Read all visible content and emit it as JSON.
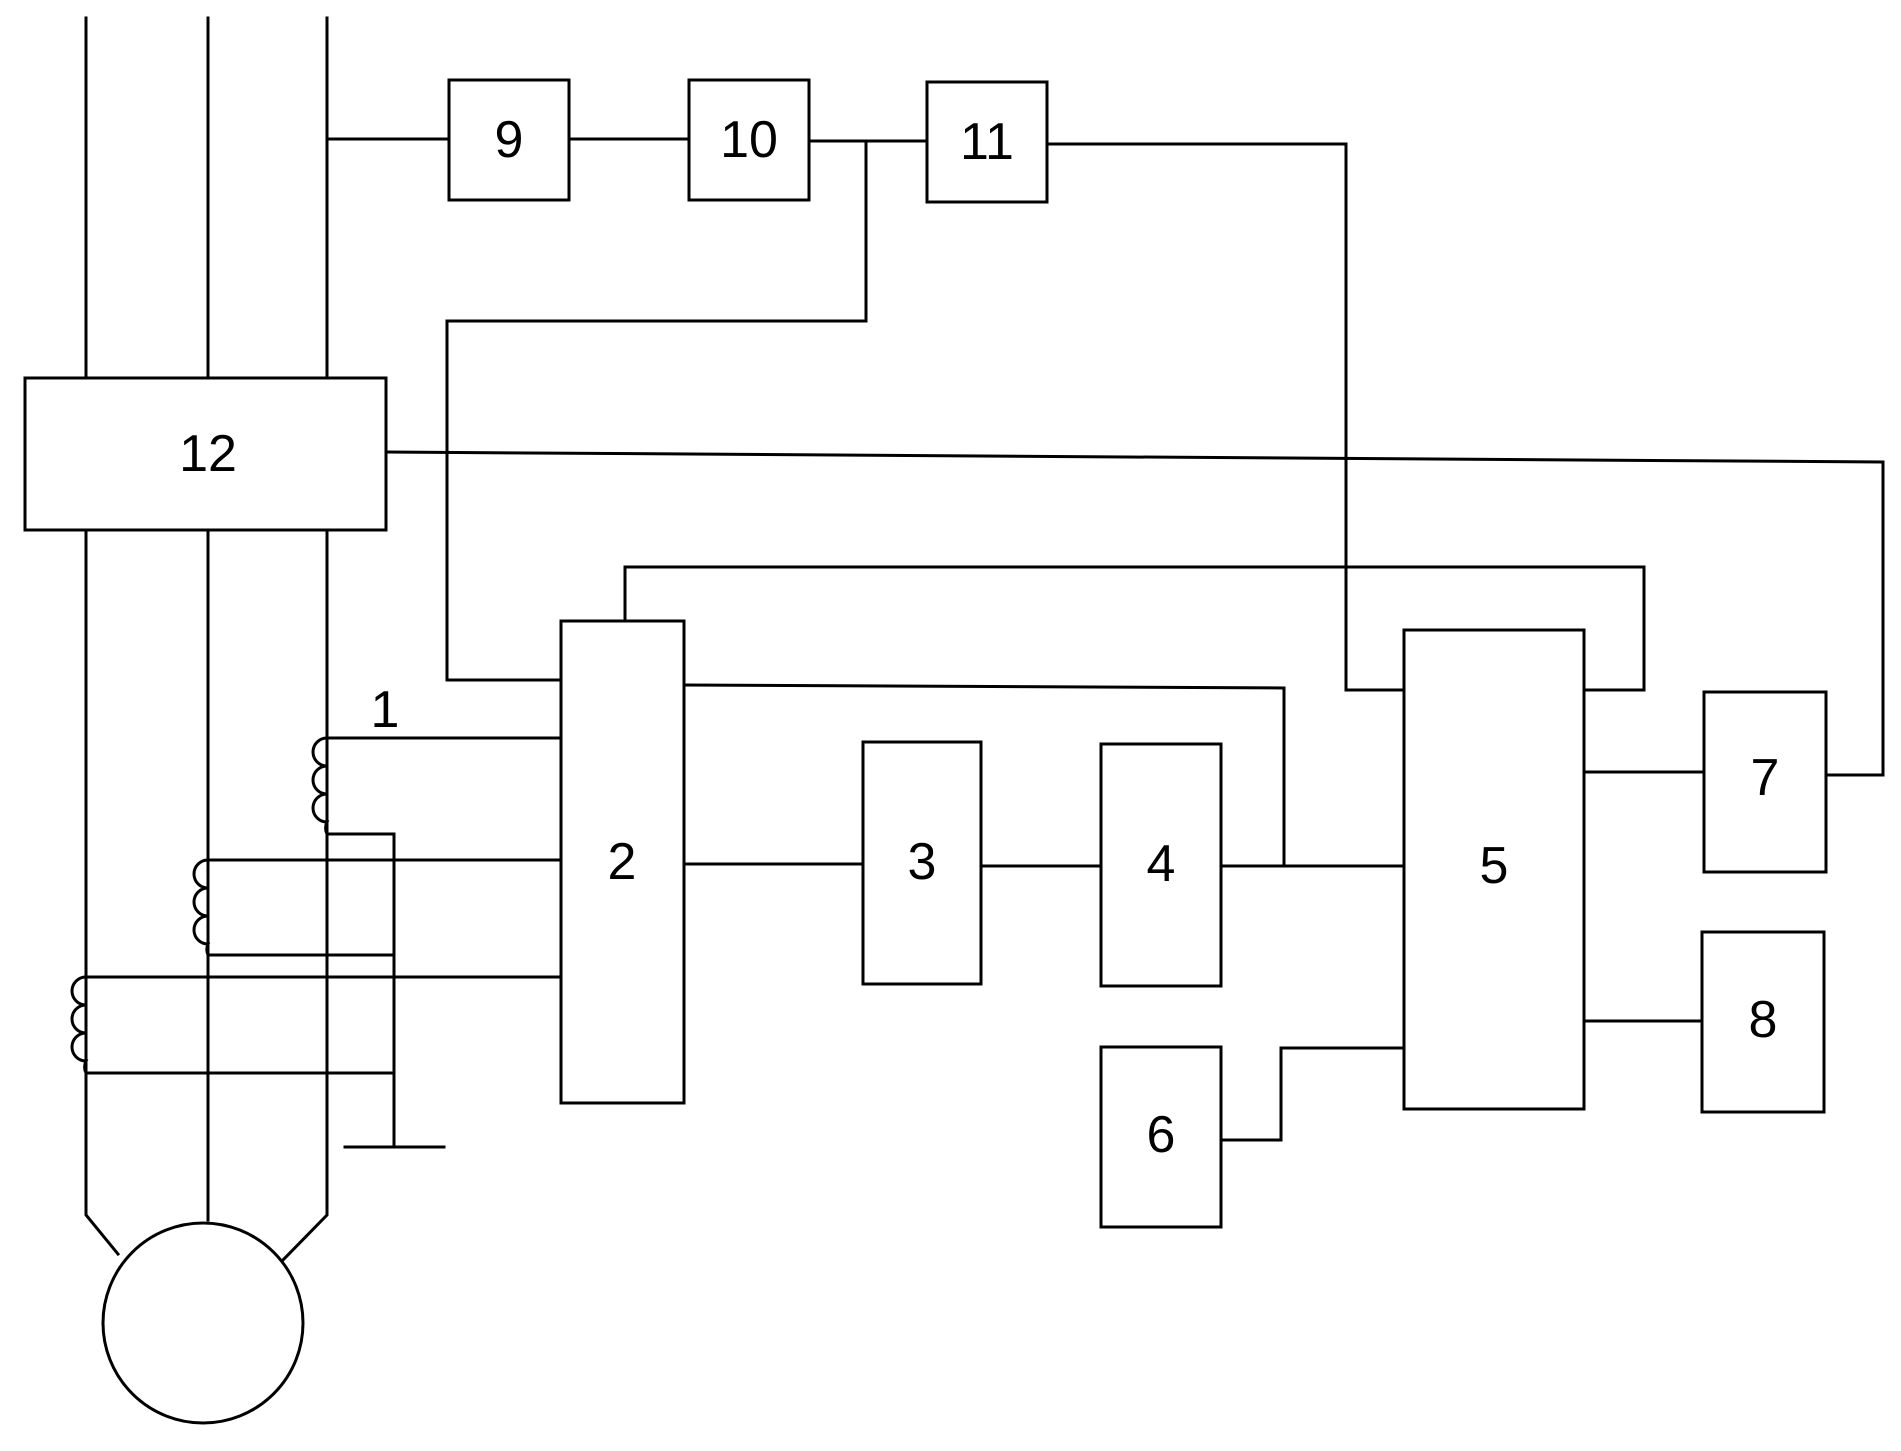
{
  "blocks": {
    "b1": "1",
    "b2": "2",
    "b3": "3",
    "b4": "4",
    "b5": "5",
    "b6": "6",
    "b7": "7",
    "b8": "8",
    "b9": "9",
    "b10": "10",
    "b11": "11",
    "b12": "12"
  }
}
